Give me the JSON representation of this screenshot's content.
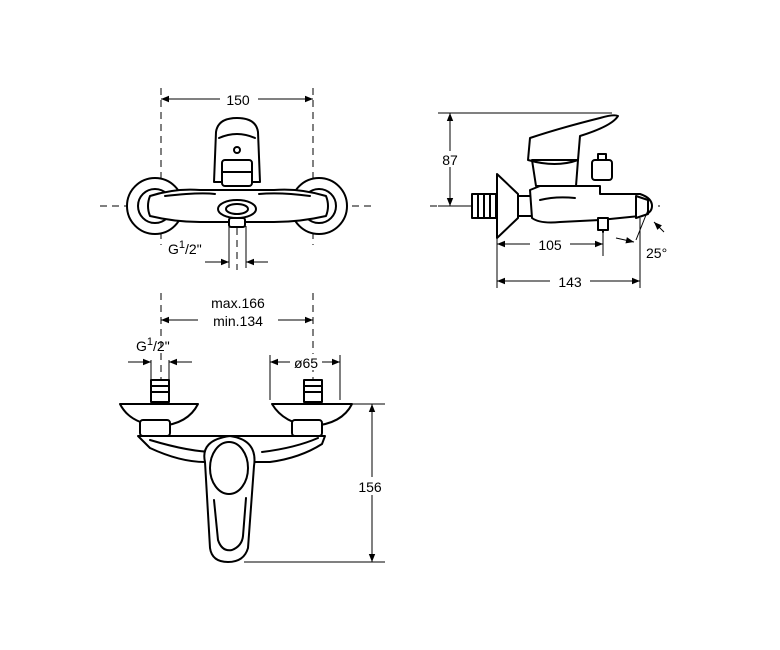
{
  "views": {
    "front": {
      "width": "150",
      "thread": {
        "prefix": "G",
        "sup": "1",
        "frac": "/2\""
      }
    },
    "side": {
      "height": "87",
      "spout_reach": "105",
      "total_reach": "143",
      "angle": "25°"
    },
    "bottom": {
      "spacing_max": "max.166",
      "spacing_min": "min.134",
      "thread": {
        "prefix": "G",
        "sup": "1",
        "frac": "/2\""
      },
      "flange_dia": "ø65",
      "height": "156"
    }
  }
}
